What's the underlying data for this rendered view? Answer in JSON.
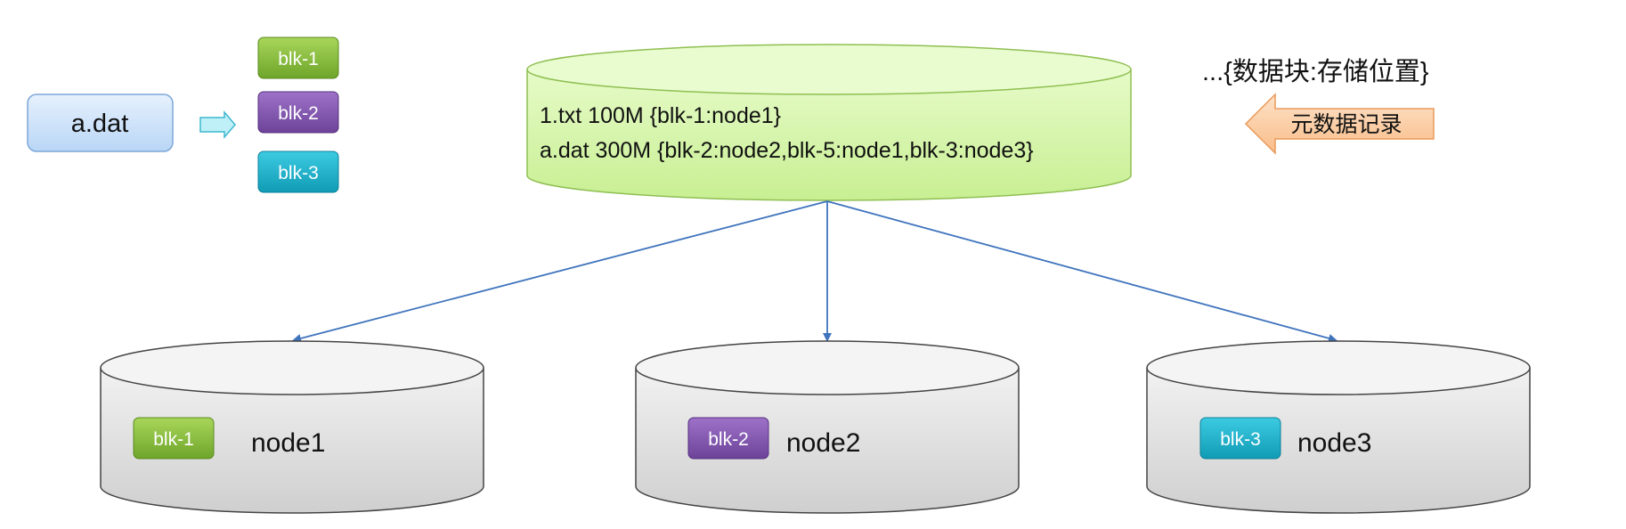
{
  "file": {
    "label": "a.dat"
  },
  "blocks": [
    {
      "label": "blk-1",
      "color": "#8cc63f"
    },
    {
      "label": "blk-2",
      "color": "#8a5bb8"
    },
    {
      "label": "blk-3",
      "color": "#22b5cf"
    }
  ],
  "metadata_store": {
    "line1": "1.txt 100M {blk-1:node1}",
    "line2": "a.dat 300M {blk-2:node2,blk-5:node1,blk-3:node3}",
    "fill": "#d9f7b0"
  },
  "annotation": {
    "format": "...{数据块:存储位置}",
    "arrow_label": "元数据记录",
    "arrow_color": "#fcd2ad"
  },
  "nodes": [
    {
      "name": "node1",
      "block": "blk-1"
    },
    {
      "name": "node2",
      "block": "blk-2"
    },
    {
      "name": "node3",
      "block": "blk-3"
    }
  ],
  "colors": {
    "connector": "#3f74bd",
    "node_fill": "#e2e2e2",
    "file_fill": "#cfe3fb"
  }
}
